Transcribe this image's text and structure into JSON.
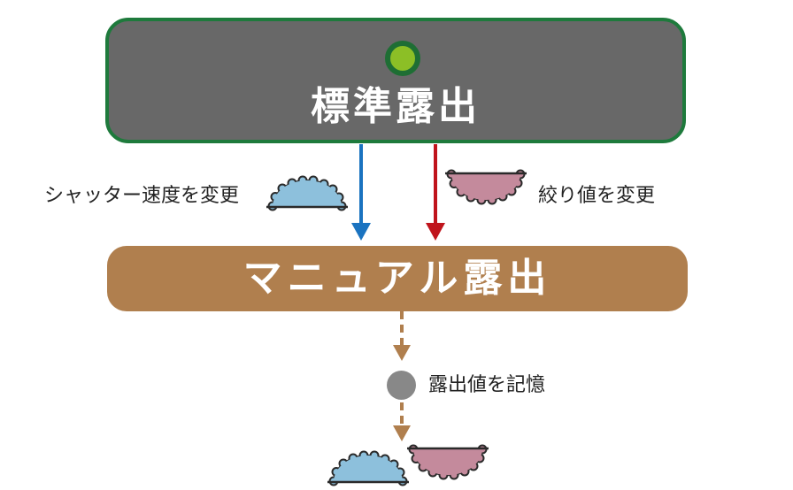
{
  "nodes": {
    "standard_exposure": "標準露出",
    "manual_exposure": "マニュアル露出"
  },
  "labels": {
    "shutter_change": "シャッター速度を変更",
    "aperture_change": "絞り値を変更",
    "memorize_exposure": "露出値を記憶"
  },
  "colors": {
    "standard_fill": "#686868",
    "standard_border": "#1e7a3c",
    "indicator_green": "#8cbf26",
    "manual_fill": "#b07f4e",
    "shutter_arrow": "#1a73c0",
    "aperture_arrow": "#c0141c",
    "dashed_arrow": "#b07f4e",
    "shutter_dial": "#8dc0dc",
    "aperture_dial": "#c48a9c"
  },
  "icons": {
    "shutter_dial": "half-dial-blue-icon",
    "aperture_dial": "half-dial-pink-icon",
    "status_dot": "green-circle-icon",
    "memory_dot": "gray-circle-icon"
  }
}
